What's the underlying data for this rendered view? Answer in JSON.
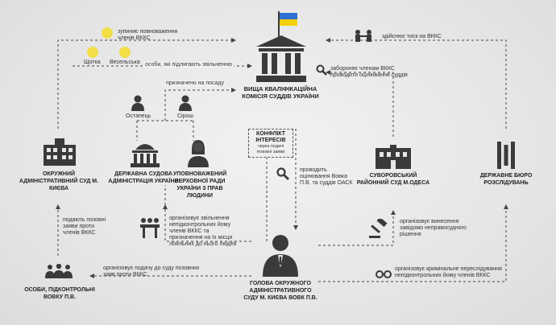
{
  "nodes": {
    "vkks": "Вища кваліфікаційна комісія суддів України",
    "circuit_court": "Окружний адміністративний суд м. Києва",
    "state_admin": "Державна судова адміністрація України",
    "ombudsman": "Уповноважений Верховної Ради України з прав людини",
    "suvorov_court": "Суворовський районний суд м.Одеса",
    "dbr": "Державне бюро розслідувань",
    "head": "Голова Окружного адміністративного суду м. Києва Вовк П.В.",
    "persons": "Особи, підконтрольні Вовку П.В.",
    "ostapets": "Остапець",
    "siroshi": "Сірош",
    "shchotka": "Щотка",
    "veselska": "Весельська"
  },
  "conflict": {
    "title": "Конфлікт інтересів",
    "sub": "через подачі позовні заяви"
  },
  "labels": {
    "stops_powers": "зупиняє повноваження членів ВККС",
    "persons_dismissed": "особи, які підлягають звільненню",
    "appointed": "призначено на посаду",
    "pressure": "здійснює тиск на ВККС",
    "forbids": "забороняє членам ВККС проводити оцінювання суддів",
    "conducts_eval": "проводить оцінювання Вовка П.В. та суддів ОАСК",
    "files_claims": "подають позовні заяви проти членів ВККС",
    "organizes_dismissal": "організовує звільнення непідконтрольних йому членів ВККС та призначення на їх місця лояльних до нього людей",
    "organizes_unlawful": "організовує винесення завідомо неправосудного рішення",
    "organizes_filing": "організовує подачу до суду позовних заяв проти ВККС",
    "organizes_prosecution": "організовує кримінальне переслідування непідконтрольних йому членів ВККС"
  },
  "colors": {
    "accent": "#f3de47",
    "icon": "#3a3a3a",
    "line": "#444444",
    "flag_blue": "#2f6fd1",
    "flag_yellow": "#f5d10c"
  }
}
